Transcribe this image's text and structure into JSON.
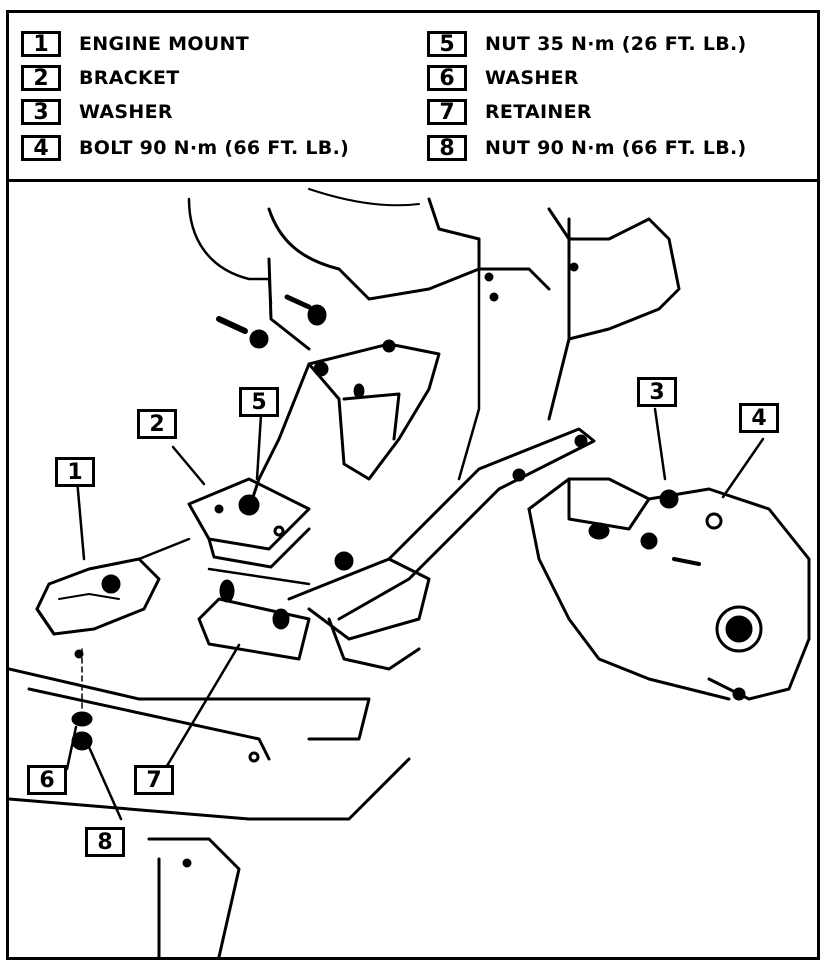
{
  "legend": {
    "items": [
      {
        "number": "1",
        "label": "ENGINE MOUNT"
      },
      {
        "number": "2",
        "label": "BRACKET"
      },
      {
        "number": "3",
        "label": "WASHER"
      },
      {
        "number": "4",
        "label": "BOLT 90 N·m (66 FT. LB.)"
      },
      {
        "number": "5",
        "label": "NUT 35 N·m (26 FT. LB.)"
      },
      {
        "number": "6",
        "label": "WASHER"
      },
      {
        "number": "7",
        "label": "RETAINER"
      },
      {
        "number": "8",
        "label": "NUT 90 N·m (66 FT. LB.)"
      }
    ]
  },
  "callouts": [
    {
      "number": "1"
    },
    {
      "number": "2"
    },
    {
      "number": "3"
    },
    {
      "number": "4"
    },
    {
      "number": "5"
    },
    {
      "number": "6"
    },
    {
      "number": "7"
    },
    {
      "number": "8"
    }
  ],
  "colors": {
    "ink": "#000000",
    "paper": "#ffffff"
  }
}
